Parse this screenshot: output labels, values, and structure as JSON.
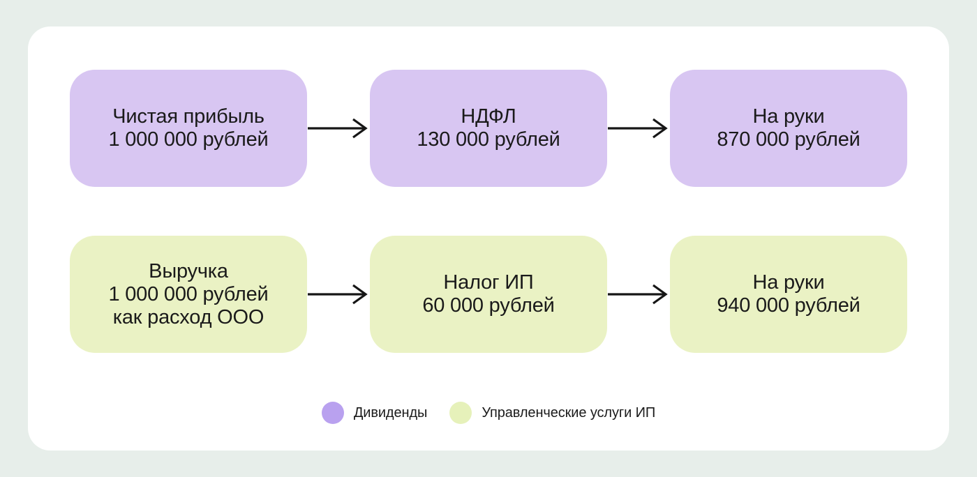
{
  "colors": {
    "background": "#e7eeea",
    "card": "#ffffff",
    "text": "#1a1a1a",
    "arrow": "#161616",
    "purple_box": "#d8c6f2",
    "green_box": "#eaf2c4"
  },
  "flow": {
    "rows": [
      {
        "name": "dividends",
        "color": "#d8c6f2",
        "boxes": [
          {
            "lines": [
              "Чистая прибыль",
              "1 000 000 рублей"
            ]
          },
          {
            "lines": [
              "НДФЛ",
              "130 000 рублей"
            ]
          },
          {
            "lines": [
              "На руки",
              "870 000 рублей"
            ]
          }
        ]
      },
      {
        "name": "ip-services",
        "color": "#eaf2c4",
        "boxes": [
          {
            "lines": [
              "Выручка",
              "1 000 000 рублей",
              "как расход ООО"
            ]
          },
          {
            "lines": [
              "Налог ИП",
              "60 000 рублей"
            ]
          },
          {
            "lines": [
              "На руки",
              "940 000 рублей"
            ]
          }
        ]
      }
    ]
  },
  "legend": [
    {
      "label": "Дивиденды",
      "color": "#b9a1ef"
    },
    {
      "label": "Управленческие услуги ИП",
      "color": "#e6f1ba"
    }
  ]
}
